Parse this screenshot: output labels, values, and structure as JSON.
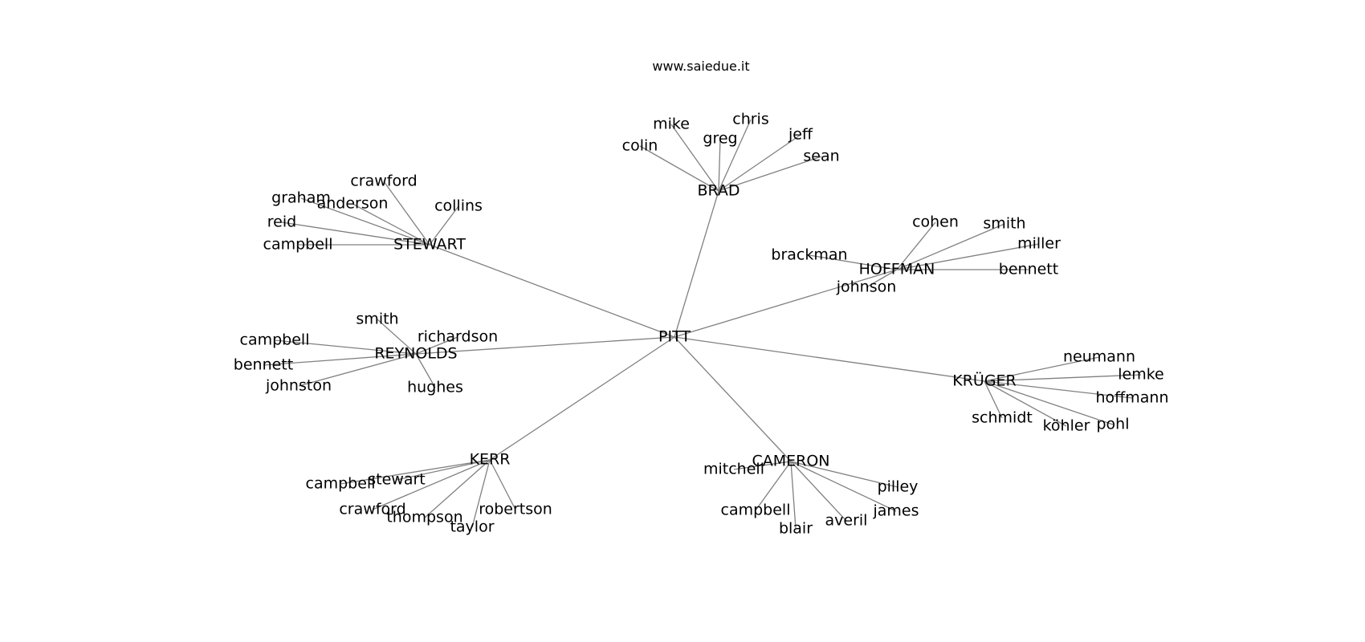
{
  "title": "www.saiedue.it",
  "colors": {
    "edge": "#808080",
    "text": "#000000",
    "background": "#ffffff"
  },
  "graph": {
    "root": "PITT",
    "hubs": [
      {
        "id": "brad",
        "label": "BRAD",
        "children": [
          "colin",
          "mike",
          "greg",
          "chris",
          "jeff",
          "sean"
        ]
      },
      {
        "id": "stewart",
        "label": "STEWART",
        "children": [
          "crawford",
          "graham",
          "anderson",
          "collins",
          "reid",
          "campbell"
        ]
      },
      {
        "id": "hoffman",
        "label": "HOFFMAN",
        "children": [
          "cohen",
          "smith",
          "brackman",
          "miller",
          "bennett",
          "johnson"
        ]
      },
      {
        "id": "reynolds",
        "label": "REYNOLDS",
        "children": [
          "smith",
          "richardson",
          "campbell",
          "bennett",
          "johnston",
          "hughes"
        ]
      },
      {
        "id": "kruger",
        "label": "KRÜGER",
        "children": [
          "neumann",
          "lemke",
          "hoffmann",
          "schmidt",
          "köhler",
          "pohl"
        ]
      },
      {
        "id": "kerr",
        "label": "KERR",
        "children": [
          "campbell",
          "stewart",
          "crawford",
          "thompson",
          "taylor",
          "robertson"
        ]
      },
      {
        "id": "cameron",
        "label": "CAMERON",
        "children": [
          "mitchell",
          "pilley",
          "campbell",
          "blair",
          "averil",
          "james"
        ]
      }
    ]
  }
}
